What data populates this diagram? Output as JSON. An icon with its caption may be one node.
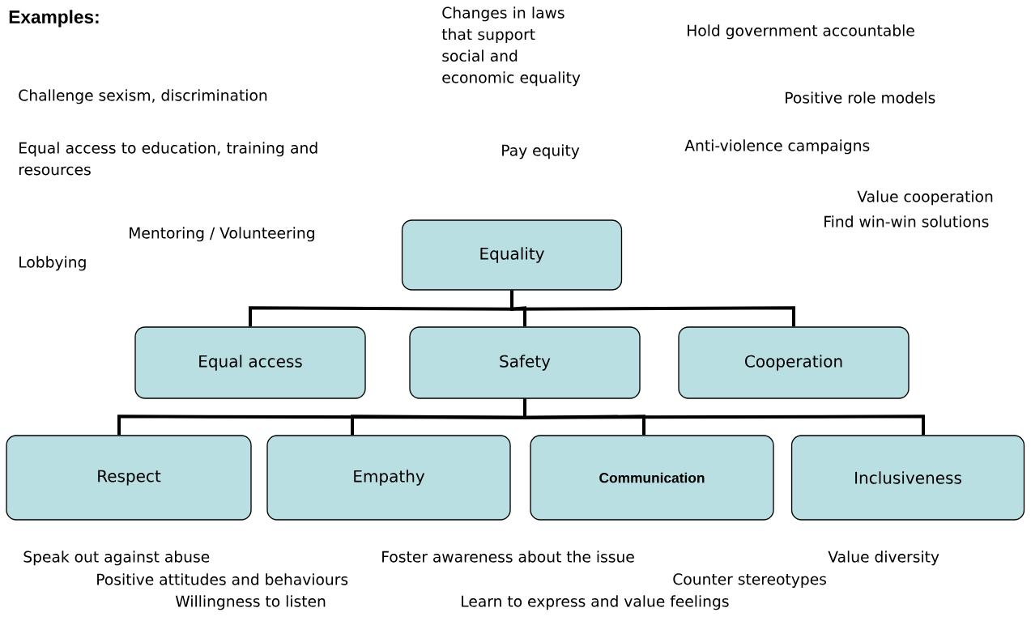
{
  "diagram": {
    "title": "Examples:",
    "nodes": [
      {
        "text": [
          "Equality"
        ]
      },
      {
        "text": [
          "Equal access"
        ]
      },
      {
        "text": [
          "Safety"
        ]
      },
      {
        "text": [
          "Cooperation"
        ]
      },
      {
        "text": [
          "Respect"
        ]
      },
      {
        "text": [
          "Empathy"
        ]
      },
      {
        "text": [
          "Communication"
        ]
      },
      {
        "text": [
          "Inclusiveness"
        ]
      }
    ],
    "edges": [
      {
        "from": 0,
        "to": 1,
        "arrow": "none"
      },
      {
        "from": 0,
        "to": 2,
        "arrow": "none"
      },
      {
        "from": 0,
        "to": 3,
        "arrow": "none"
      },
      {
        "from": 2,
        "to": 4,
        "arrow": "none"
      },
      {
        "from": 2,
        "to": 5,
        "arrow": "none"
      },
      {
        "from": 2,
        "to": 6,
        "arrow": "none"
      },
      {
        "from": 2,
        "to": 7,
        "arrow": "none"
      }
    ],
    "labels": [
      "Changes in laws that support social and economic equality",
      "Hold government accountable",
      "Challenge sexism, discrimination",
      "Positive role models",
      "Equal access to education, training and resources",
      "Pay equity",
      "Anti-violence campaigns",
      "Value cooperation",
      "Find win-win solutions",
      "Mentoring / Volunteering",
      "Lobbying",
      "Speak out against abuse",
      "Foster awareness about the issue",
      "Value diversity",
      "Positive attitudes and behaviours",
      "Counter stereotypes",
      "Willingness to listen",
      "Learn to express and value feelings"
    ]
  }
}
